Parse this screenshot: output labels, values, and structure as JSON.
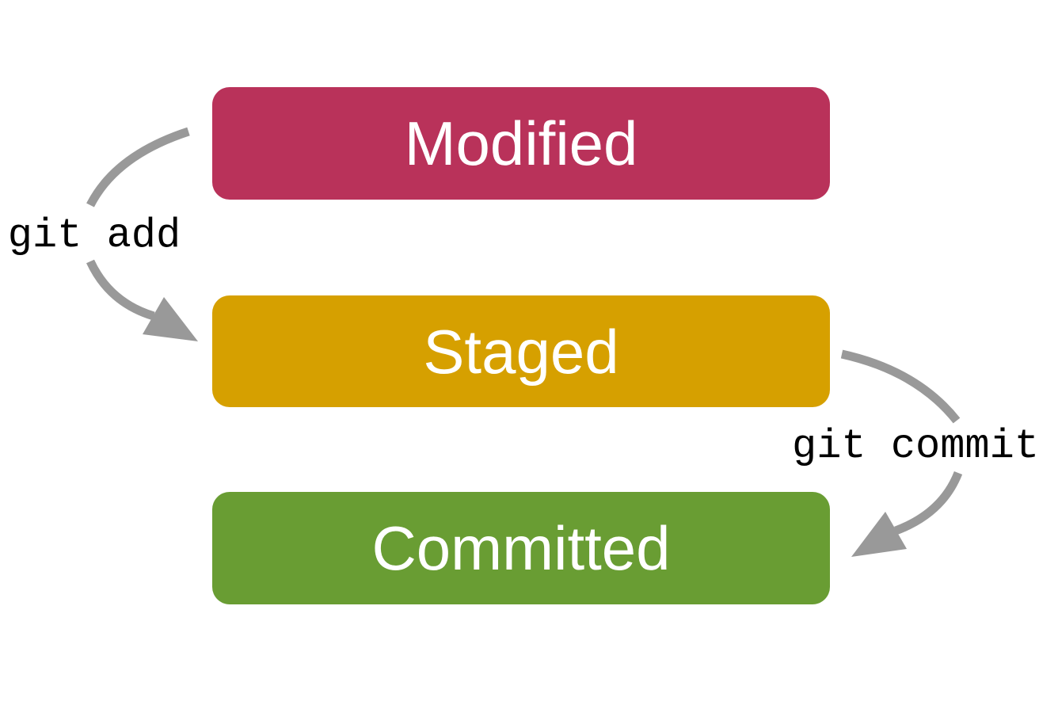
{
  "diagram": {
    "kind": "git-file-lifecycle",
    "nodes": [
      {
        "id": "modified",
        "label": "Modified",
        "color": "#B9325A"
      },
      {
        "id": "staged",
        "label": "Staged",
        "color": "#D6A000"
      },
      {
        "id": "committed",
        "label": "Committed",
        "color": "#699D33"
      }
    ],
    "edges": [
      {
        "id": "git-add",
        "label": "git add",
        "from": "modified",
        "to": "staged"
      },
      {
        "id": "git-commit",
        "label": "git commit",
        "from": "staged",
        "to": "committed"
      }
    ],
    "colors": {
      "arrow": "#999999",
      "node_text": "#FFFFFF",
      "edge_label_text": "#000000",
      "background": "#FFFFFF"
    }
  }
}
